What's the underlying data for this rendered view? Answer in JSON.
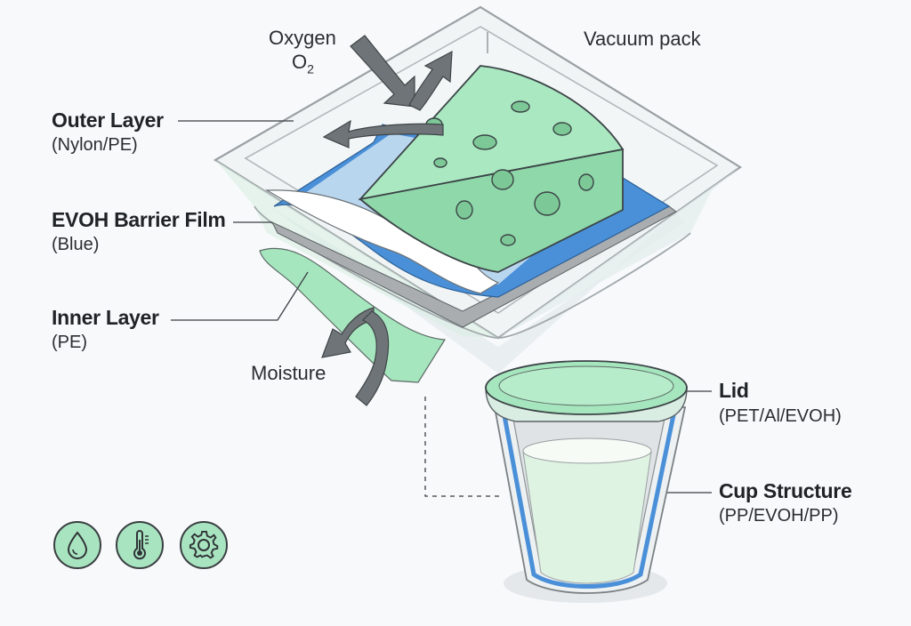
{
  "labels": {
    "oxygen": "Oxygen",
    "o2_base": "O",
    "o2_sub": "2",
    "vacuum_pack": "Vacuum pack",
    "outer_layer": "Outer Layer",
    "outer_layer_material": "(Nylon/PE)",
    "evoh_film": "EVOH Barrier Film",
    "evoh_film_color": "(Blue)",
    "inner_layer": "Inner Layer",
    "inner_layer_material": "(PE)",
    "moisture": "Moisture",
    "lid": "Lid",
    "lid_material": "(PET/Al/EVOH)",
    "cup_structure": "Cup Structure",
    "cup_material": "(PP/EVOH/PP)"
  },
  "icons": [
    "water-drop-icon",
    "thermometer-icon",
    "gear-icon"
  ],
  "colors": {
    "cheese": "#9ee3b5",
    "evoh_blue": "#4a90d9",
    "inner_green": "#a6e6be",
    "arrow_gray": "#6e7477",
    "tray_outline": "#9aa0a3"
  }
}
